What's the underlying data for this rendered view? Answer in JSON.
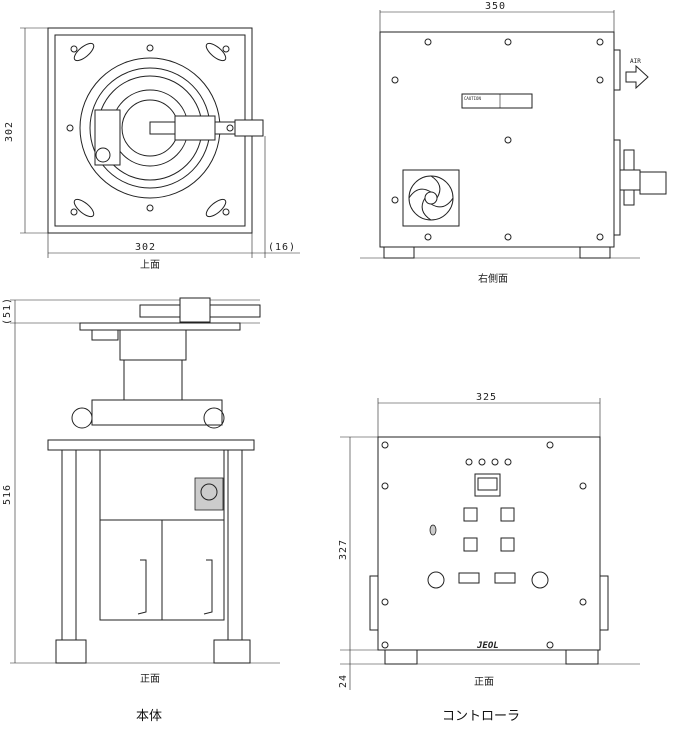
{
  "dimensions": {
    "top_width": "302",
    "top_height": "302",
    "top_offset": "(16)",
    "side_width": "350",
    "front_height": "516",
    "front_top": "(51)",
    "ctrl_width": "325",
    "ctrl_height": "327",
    "ctrl_foot": "24"
  },
  "view_labels": {
    "top": "上面",
    "right_side": "右側面",
    "main_front": "正面",
    "ctrl_front": "正面"
  },
  "captions": {
    "main_unit": "本体",
    "controller": "コントローラ"
  },
  "markings": {
    "air": "AIR",
    "caution": "CAUTION",
    "brand": "JEOL"
  }
}
